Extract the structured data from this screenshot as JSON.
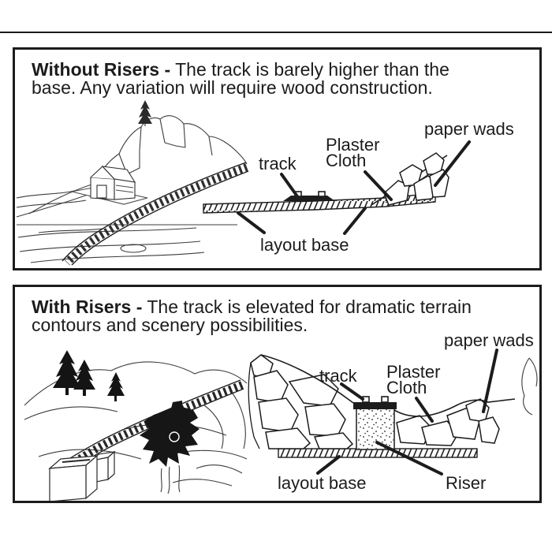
{
  "page": {
    "background": "#ffffff",
    "ink_color": "#1c1c1c"
  },
  "panels": [
    {
      "name": "Without Risers",
      "heading_bold": "Without Risers -",
      "heading_line1_rest": " The track is barely higher than the",
      "heading_line2": "base. Any variation will require wood construction.",
      "labels": {
        "track": "track",
        "plaster_cloth": "Plaster Cloth",
        "paper_wads": "paper wads",
        "layout_base": "layout base"
      }
    },
    {
      "name": "With Risers",
      "heading_bold": "With Risers -",
      "heading_line1_rest": " The track is elevated for dramatic terrain",
      "heading_line2": "contours and scenery possibilities.",
      "labels": {
        "track": "track",
        "plaster_cloth": "Plaster Cloth",
        "paper_wads": "paper wads",
        "layout_base": "layout base",
        "riser": "Riser"
      }
    }
  ]
}
